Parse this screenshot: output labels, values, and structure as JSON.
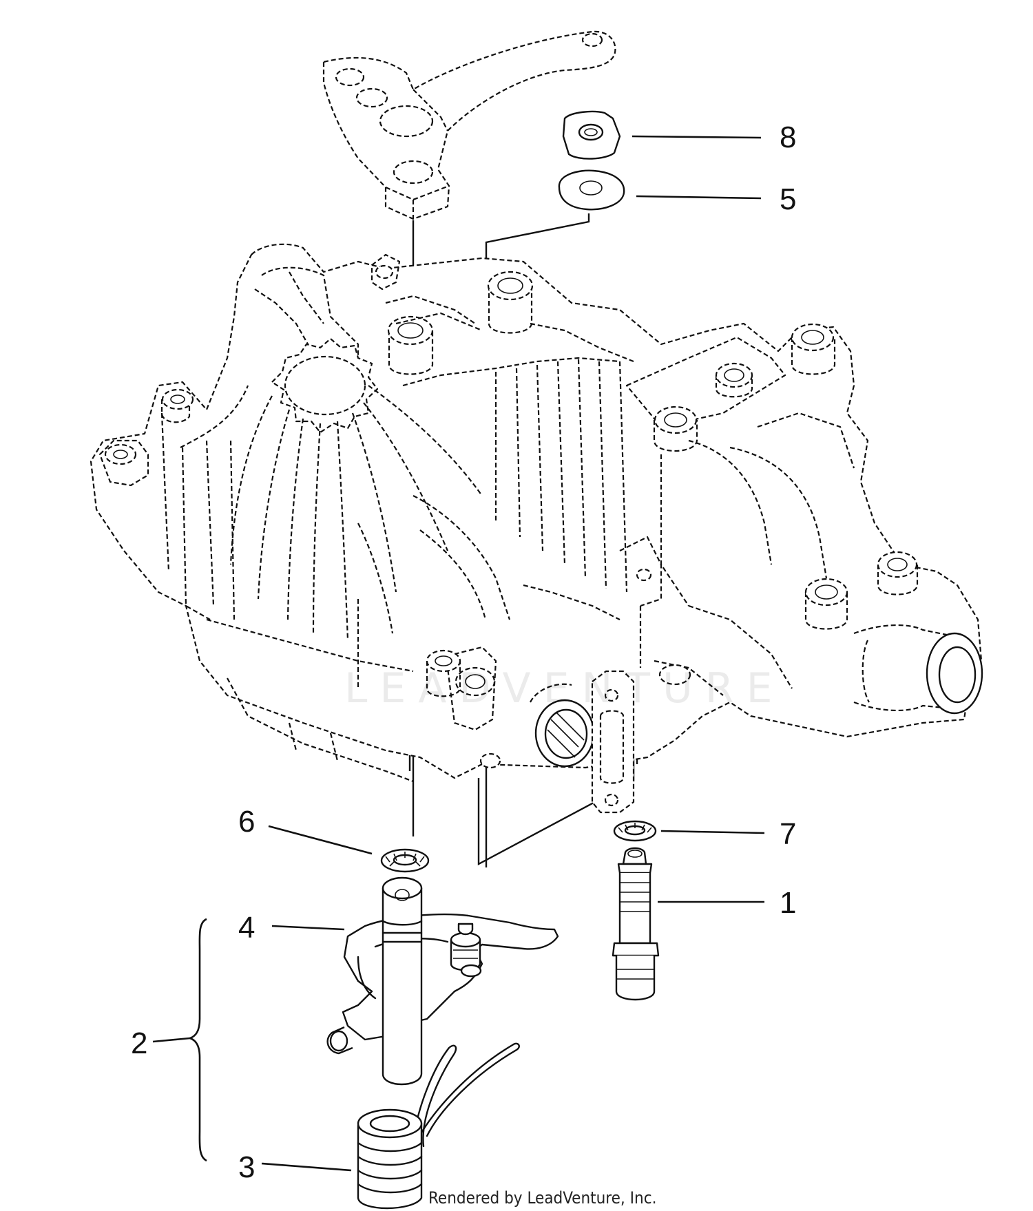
{
  "callouts": [
    {
      "id": "1",
      "label": "1"
    },
    {
      "id": "2",
      "label": "2"
    },
    {
      "id": "3",
      "label": "3"
    },
    {
      "id": "4",
      "label": "4"
    },
    {
      "id": "5",
      "label": "5"
    },
    {
      "id": "6",
      "label": "6"
    },
    {
      "id": "7",
      "label": "7"
    },
    {
      "id": "8",
      "label": "8"
    }
  ],
  "watermark": "LEADVENTURE",
  "credit": "Rendered by LeadVenture, Inc."
}
